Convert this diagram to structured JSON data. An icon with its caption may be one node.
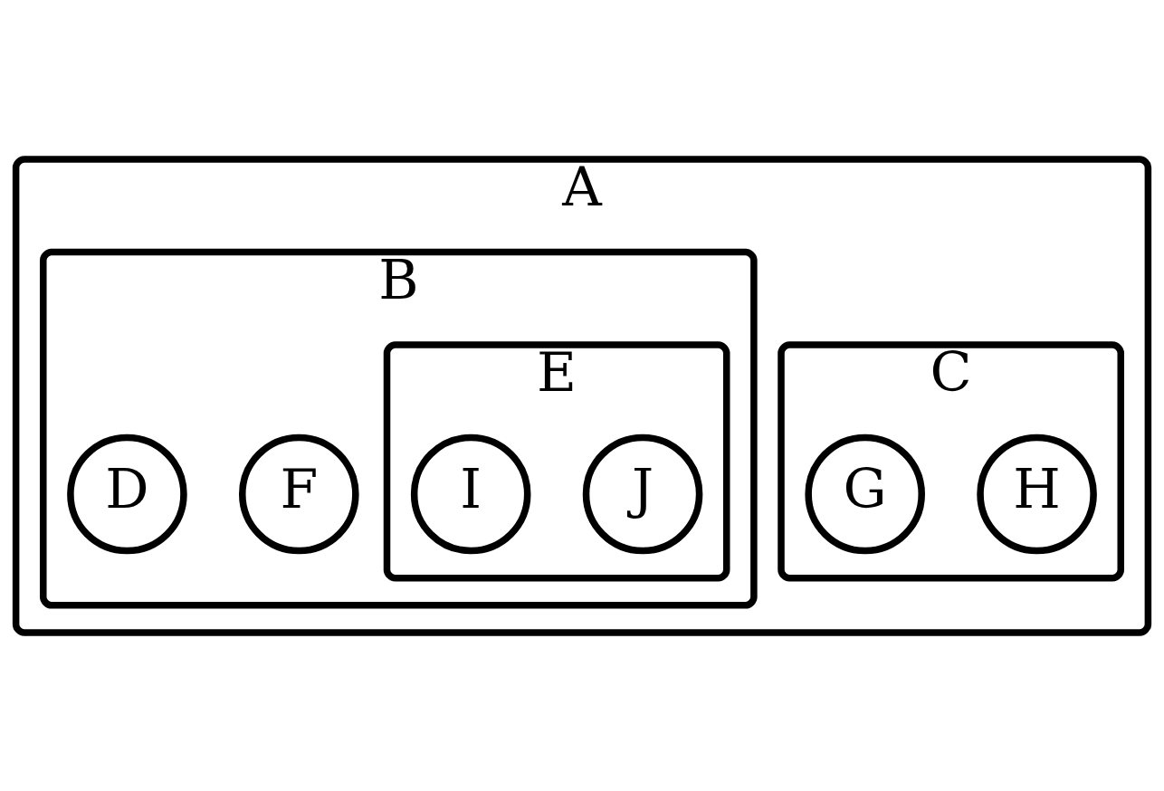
{
  "diagram": {
    "nodes": [
      {
        "text": [
          "A"
        ]
      },
      {
        "text": [
          "B"
        ],
        "in": 0
      },
      {
        "text": [
          "C"
        ],
        "in": 0
      },
      {
        "text": [
          "D"
        ],
        "in": 1
      },
      {
        "text": [
          "E"
        ],
        "in": 1
      },
      {
        "text": [
          "I"
        ],
        "in": 4
      },
      {
        "text": [
          "J"
        ],
        "in": 4
      },
      {
        "text": [
          "F"
        ],
        "in": 1
      },
      {
        "text": [
          "G"
        ],
        "in": 2
      },
      {
        "text": [
          "H"
        ],
        "in": 2
      }
    ]
  }
}
